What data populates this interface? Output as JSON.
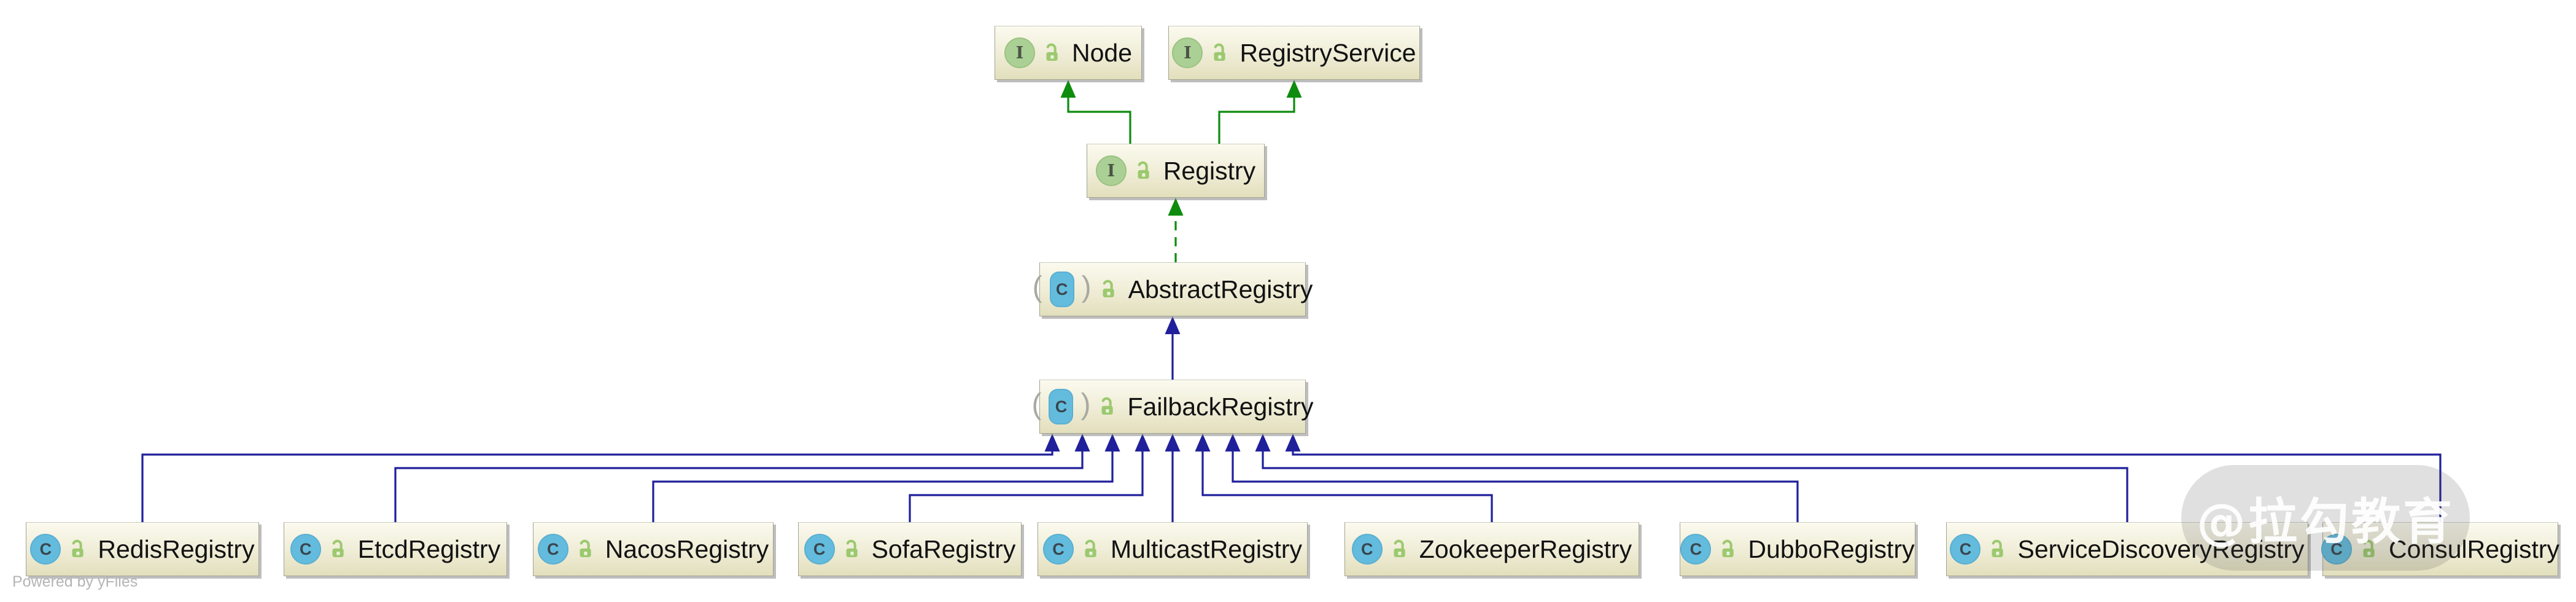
{
  "diagram": {
    "icon_glyphs": {
      "interface": "I",
      "class": "C",
      "paren_open": "(",
      "paren_close": ")"
    },
    "colors": {
      "implements_edge": "#0e8c0e",
      "extends_edge": "#20209b",
      "interface_icon": "#abd095",
      "class_icon": "#63bcdd",
      "lock_icon": "#9cc96f"
    },
    "nodes": [
      {
        "id": "node",
        "label": "Node",
        "kind": "interface"
      },
      {
        "id": "registry_service",
        "label": "RegistryService",
        "kind": "interface"
      },
      {
        "id": "registry",
        "label": "Registry",
        "kind": "interface"
      },
      {
        "id": "abstract_registry",
        "label": "AbstractRegistry",
        "kind": "abstract_class"
      },
      {
        "id": "failback_registry",
        "label": "FailbackRegistry",
        "kind": "abstract_class"
      },
      {
        "id": "redis_registry",
        "label": "RedisRegistry",
        "kind": "class"
      },
      {
        "id": "etcd_registry",
        "label": "EtcdRegistry",
        "kind": "class"
      },
      {
        "id": "nacos_registry",
        "label": "NacosRegistry",
        "kind": "class"
      },
      {
        "id": "sofa_registry",
        "label": "SofaRegistry",
        "kind": "class"
      },
      {
        "id": "multicast_registry",
        "label": "MulticastRegistry",
        "kind": "class"
      },
      {
        "id": "zookeeper_registry",
        "label": "ZookeeperRegistry",
        "kind": "class"
      },
      {
        "id": "dubbo_registry",
        "label": "DubboRegistry",
        "kind": "class"
      },
      {
        "id": "service_discovery_registry",
        "label": "ServiceDiscoveryRegistry",
        "kind": "class"
      },
      {
        "id": "consul_registry",
        "label": "ConsulRegistry",
        "kind": "class"
      }
    ],
    "edges": [
      {
        "from": "registry",
        "to": "node",
        "relation": "extends",
        "line": "solid",
        "color_key": "implements_edge"
      },
      {
        "from": "registry",
        "to": "registry_service",
        "relation": "extends",
        "line": "solid",
        "color_key": "implements_edge"
      },
      {
        "from": "abstract_registry",
        "to": "registry",
        "relation": "implements",
        "line": "dashed",
        "color_key": "implements_edge"
      },
      {
        "from": "failback_registry",
        "to": "abstract_registry",
        "relation": "extends",
        "line": "solid",
        "color_key": "extends_edge"
      },
      {
        "from": "redis_registry",
        "to": "failback_registry",
        "relation": "extends",
        "line": "solid",
        "color_key": "extends_edge"
      },
      {
        "from": "etcd_registry",
        "to": "failback_registry",
        "relation": "extends",
        "line": "solid",
        "color_key": "extends_edge"
      },
      {
        "from": "nacos_registry",
        "to": "failback_registry",
        "relation": "extends",
        "line": "solid",
        "color_key": "extends_edge"
      },
      {
        "from": "sofa_registry",
        "to": "failback_registry",
        "relation": "extends",
        "line": "solid",
        "color_key": "extends_edge"
      },
      {
        "from": "multicast_registry",
        "to": "failback_registry",
        "relation": "extends",
        "line": "solid",
        "color_key": "extends_edge"
      },
      {
        "from": "zookeeper_registry",
        "to": "failback_registry",
        "relation": "extends",
        "line": "solid",
        "color_key": "extends_edge"
      },
      {
        "from": "dubbo_registry",
        "to": "failback_registry",
        "relation": "extends",
        "line": "solid",
        "color_key": "extends_edge"
      },
      {
        "from": "service_discovery_registry",
        "to": "failback_registry",
        "relation": "extends",
        "line": "solid",
        "color_key": "extends_edge"
      },
      {
        "from": "consul_registry",
        "to": "failback_registry",
        "relation": "extends",
        "line": "solid",
        "color_key": "extends_edge"
      }
    ]
  },
  "watermark": {
    "text": "@拉勾教育"
  },
  "footer": {
    "powered_by": "Powered by yFiles"
  }
}
